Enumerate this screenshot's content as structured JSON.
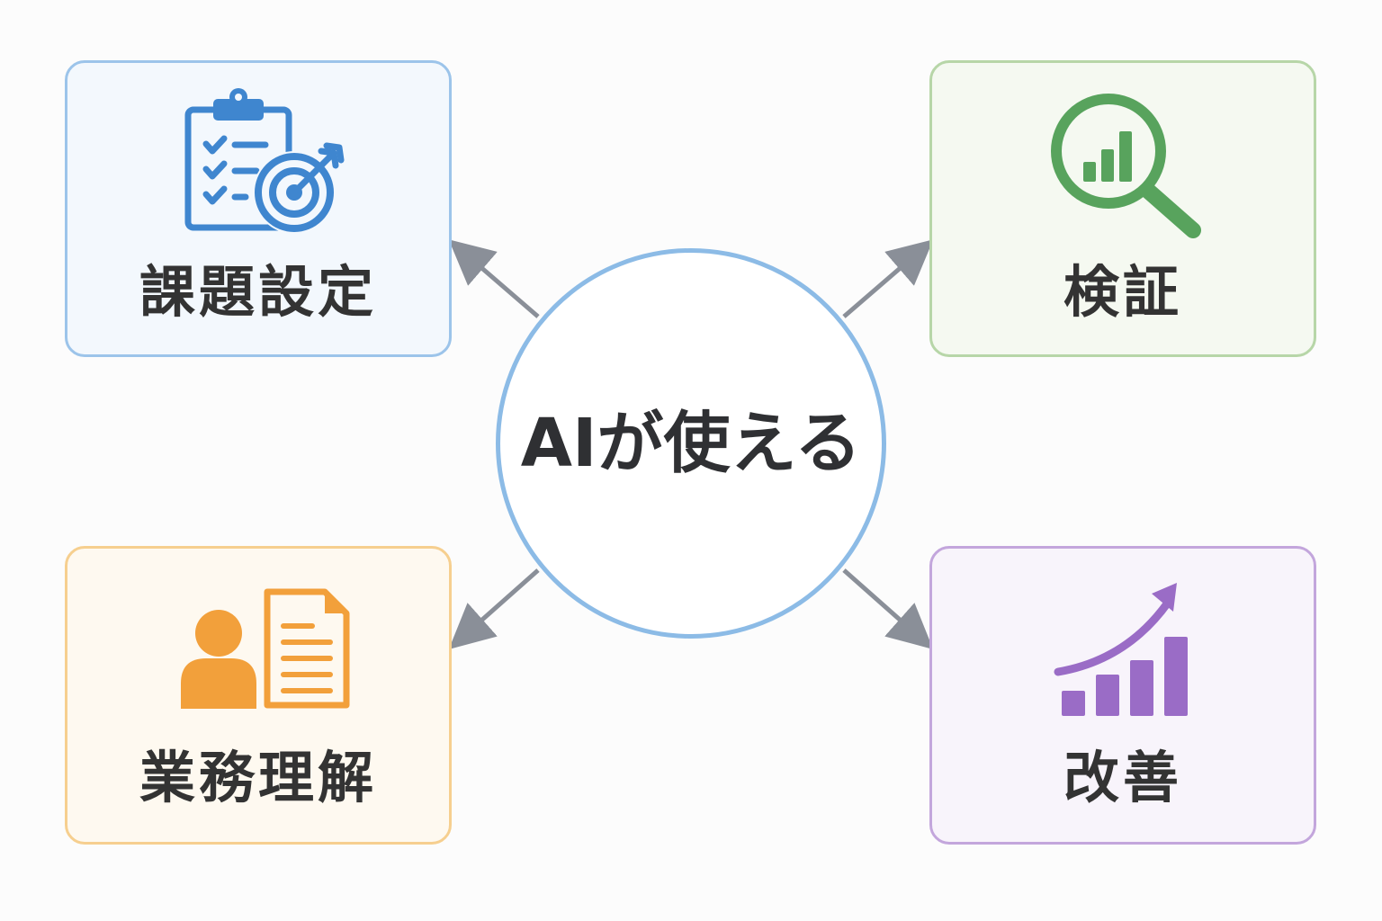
{
  "center": {
    "label": "AIが使える",
    "border_color": "#8cbbe6"
  },
  "arrow_color": "#8a8f98",
  "nodes": {
    "top_left": {
      "label": "課題設定",
      "icon": "clipboard-target-icon",
      "accent": "#3f86cf",
      "border": "#9cc4ea",
      "background": "#f3f8fd"
    },
    "top_right": {
      "label": "検証",
      "icon": "magnifier-chart-icon",
      "accent": "#58a35d",
      "border": "#b7d6a8",
      "background": "#f5f9f1"
    },
    "bottom_left": {
      "label": "業務理解",
      "icon": "person-document-icon",
      "accent": "#f2a03b",
      "border": "#f6cf8f",
      "background": "#fef9f0"
    },
    "bottom_right": {
      "label": "改善",
      "icon": "growth-chart-icon",
      "accent": "#9a6cc6",
      "border": "#c3a6dc",
      "background": "#f8f4fb"
    }
  }
}
